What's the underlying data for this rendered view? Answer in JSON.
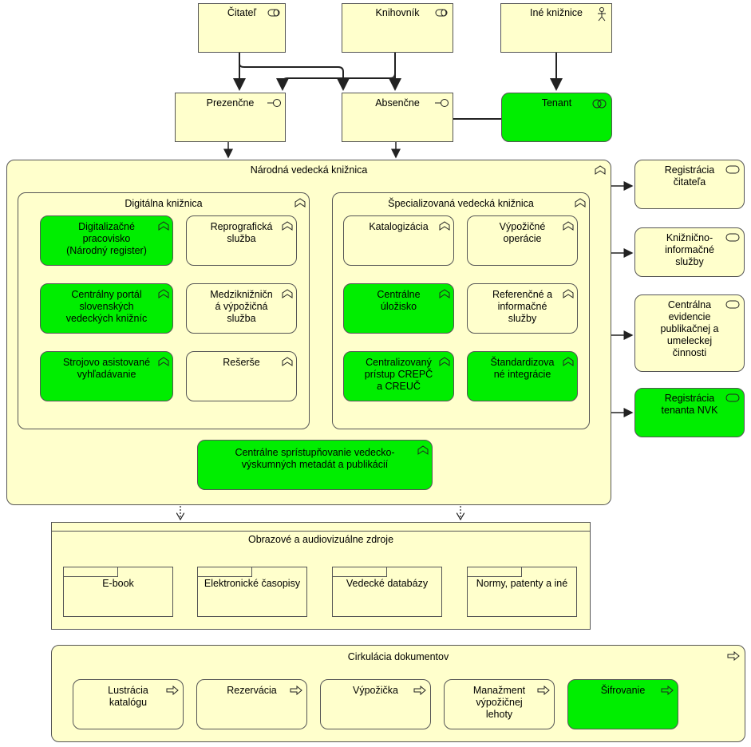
{
  "actors": {
    "citatel": "Čitateľ",
    "kniznovnik": "Knihovník",
    "ine_kniznice": "Iné knižnice"
  },
  "interfaces": {
    "prezencne": "Prezenčne",
    "absencne": "Absenčne",
    "tenant": "Tenant"
  },
  "main": {
    "title": "Národná vedecká knižnica",
    "digital": {
      "title": "Digitálna knižnica",
      "items": [
        "Digitalizačné\npracovisko\n(Národný register)",
        "Reprografická\nslužba",
        "Centrálny portál\nslovenských\nvedeckých knižníc",
        "Medziknižničn\ná výpožičná\nslužba",
        "Strojovo asistované\nvyhľadávanie",
        "Rešerše"
      ]
    },
    "special": {
      "title": "Špecializovaná vedecká knižnica",
      "items": [
        "Katalogizácia",
        "Výpožičné\noperácie",
        "Centrálne\núložisko",
        "Referenčné a\ninformačné\nslužby",
        "Centralizovaný\nprístup CREPČ\na CREUČ",
        "Štandardizova\nné integrácie"
      ]
    },
    "central": "Centrálne sprístupňovanie vedecko-\nvýskumných metadát a publikácií"
  },
  "services": [
    "Registrácia\nčitateľa",
    "Knižnično-\ninformačné\nslužby",
    "Centrálna\nevidencie\npublikačnej a\numeleckej\nčinnosti",
    "Registrácia\ntenanta NVK"
  ],
  "resources": {
    "title": "Obrazové a audiovizuálne zdroje",
    "items": [
      "E-book",
      "Elektronické časopisy",
      "Vedecké databázy",
      "Normy, patenty a iné"
    ]
  },
  "circulation": {
    "title": "Cirkulácia dokumentov",
    "items": [
      "Lustrácia\nkatalógu",
      "Rezervácia",
      "Výpožička",
      "Manažment\nvýpožičnej\nlehoty",
      "Šifrovanie"
    ]
  },
  "colors": {
    "fill": "#ffffcc",
    "green": "#00ee00",
    "stroke": "#555555"
  }
}
